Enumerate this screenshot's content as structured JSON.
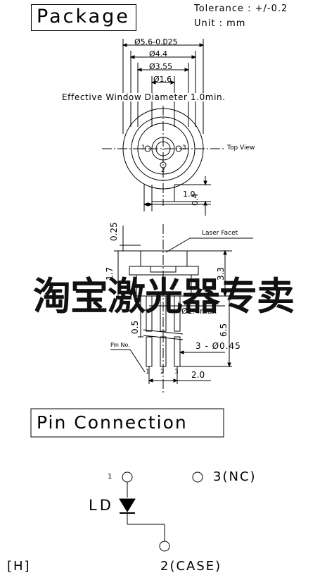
{
  "header": {
    "package_title": "Package",
    "tolerance": "Tolerance : +/-0.2",
    "unit": "Unit : mm"
  },
  "top_view": {
    "dim_outer": "Ø5.6-0.025",
    "dim_cap": "Ø4.4",
    "dim_inner": "Ø3.55",
    "dim_window": "Ø1.6",
    "window_note": "Effective Window Diameter 1.0min.",
    "view_label": "Top View",
    "pin1": "1",
    "pin2": "2",
    "pin3": "3",
    "dim_tab_width": "1.0",
    "dim_tab_depth": "0.4"
  },
  "side_view": {
    "dim_top": "0.25",
    "laser_facet": "Laser Facet",
    "dim_body": "1.7",
    "dim_height": "3.3",
    "dim_pitch_circle": "Ø1.4max",
    "dim_standoff": "0.5",
    "dim_lead_length": "6.5",
    "pin_no_label": "Pin No.",
    "lead_dia": "3 - Ø0.45",
    "pin1": "1",
    "pin2": "2",
    "pin3": "3",
    "dim_spacing": "2.0"
  },
  "watermark": "淘宝激光器专卖",
  "pin_connection": {
    "title": "Pin Connection",
    "pin1": "1",
    "pin3": "3(NC)",
    "ld": "LD",
    "pin2": "2(CASE)",
    "code": "[H]"
  }
}
